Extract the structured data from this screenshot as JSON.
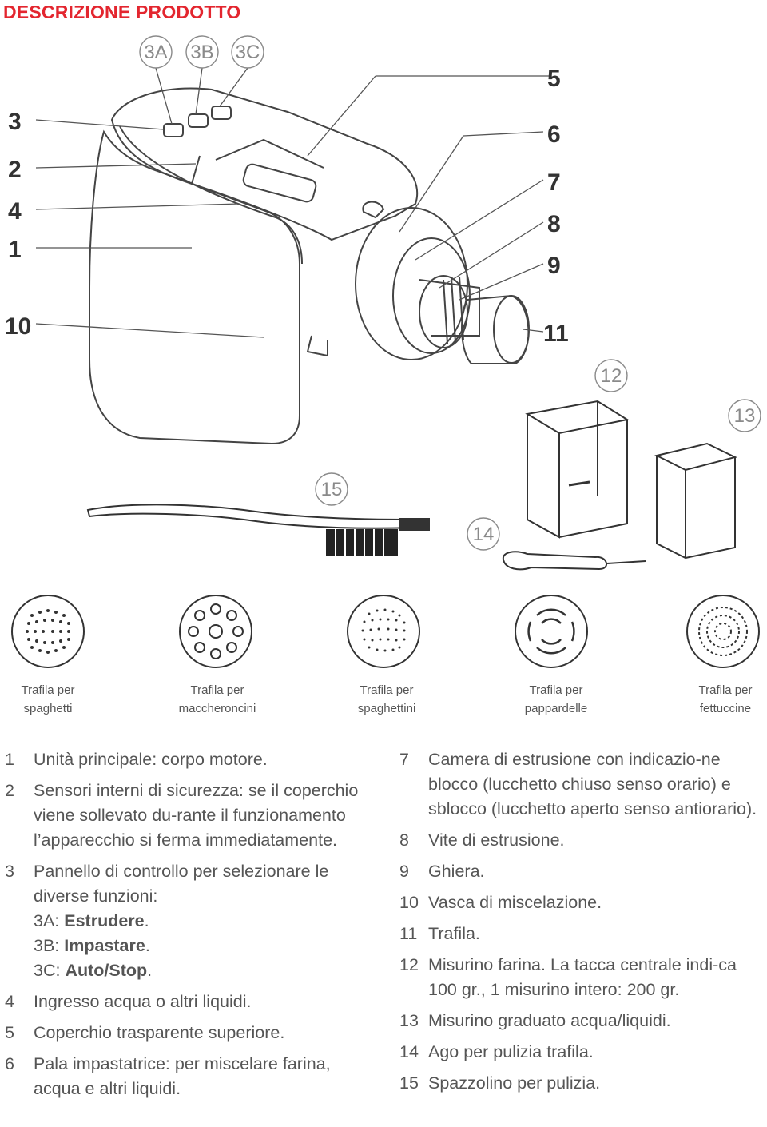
{
  "title": "DESCRIZIONE PRODOTTO",
  "callouts": {
    "c3a": "3A",
    "c3b": "3B",
    "c3c": "3C",
    "c12": "12",
    "c13": "13",
    "c14": "14",
    "c15": "15"
  },
  "drawing_callouts": {
    "n1": "1",
    "n2": "2",
    "n3": "3",
    "n4": "4",
    "n5": "5",
    "n6": "6",
    "n7": "7",
    "n8": "8",
    "n9": "9",
    "n10": "10",
    "n11": "11"
  },
  "dies": [
    {
      "l1": "Trafila per",
      "l2": "spaghetti"
    },
    {
      "l1": "Trafila per",
      "l2": "maccheroncini"
    },
    {
      "l1": "Trafila per",
      "l2": "spaghettini"
    },
    {
      "l1": "Trafila per",
      "l2": "pappardelle"
    },
    {
      "l1": "Trafila per",
      "l2": "fettuccine"
    }
  ],
  "left_items": [
    {
      "num": "1",
      "text": "Unità principale: corpo motore."
    },
    {
      "num": "2",
      "text": "Sensori interni di sicurezza: se il coperchio viene sollevato du-rante il funzionamento l’apparecchio si ferma immediatamente."
    },
    {
      "num": "3",
      "text": "Pannello di controllo per selezionare le diverse funzioni:",
      "subs": [
        {
          "pre": "3A: ",
          "bold": "Estrudere",
          "post": "."
        },
        {
          "pre": "3B: ",
          "bold": "Impastare",
          "post": "."
        },
        {
          "pre": "3C: ",
          "bold": "Auto/Stop",
          "post": "."
        }
      ]
    },
    {
      "num": "4",
      "text": "Ingresso acqua o altri liquidi."
    },
    {
      "num": "5",
      "text": "Coperchio trasparente superiore."
    },
    {
      "num": "6",
      "text": "Pala impastatrice: per miscelare farina, acqua e altri liquidi."
    }
  ],
  "right_items": [
    {
      "num": "7",
      "text": "Camera di estrusione con indicazio-ne blocco (lucchetto chiuso senso orario) e sblocco (lucchetto aperto senso antiorario)."
    },
    {
      "num": "8",
      "text": "Vite di estrusione."
    },
    {
      "num": "9",
      "text": "Ghiera."
    },
    {
      "num": "10",
      "text": "Vasca di miscelazione."
    },
    {
      "num": "11",
      "text": "Trafila."
    },
    {
      "num": "12",
      "text": "Misurino farina. La tacca centrale indi-ca 100 gr., 1 misurino intero: 200 gr."
    },
    {
      "num": "13",
      "text": "Misurino graduato acqua/liquidi."
    },
    {
      "num": "14",
      "text": "Ago per pulizia trafila."
    },
    {
      "num": "15",
      "text": "Spazzolino per pulizia."
    }
  ]
}
